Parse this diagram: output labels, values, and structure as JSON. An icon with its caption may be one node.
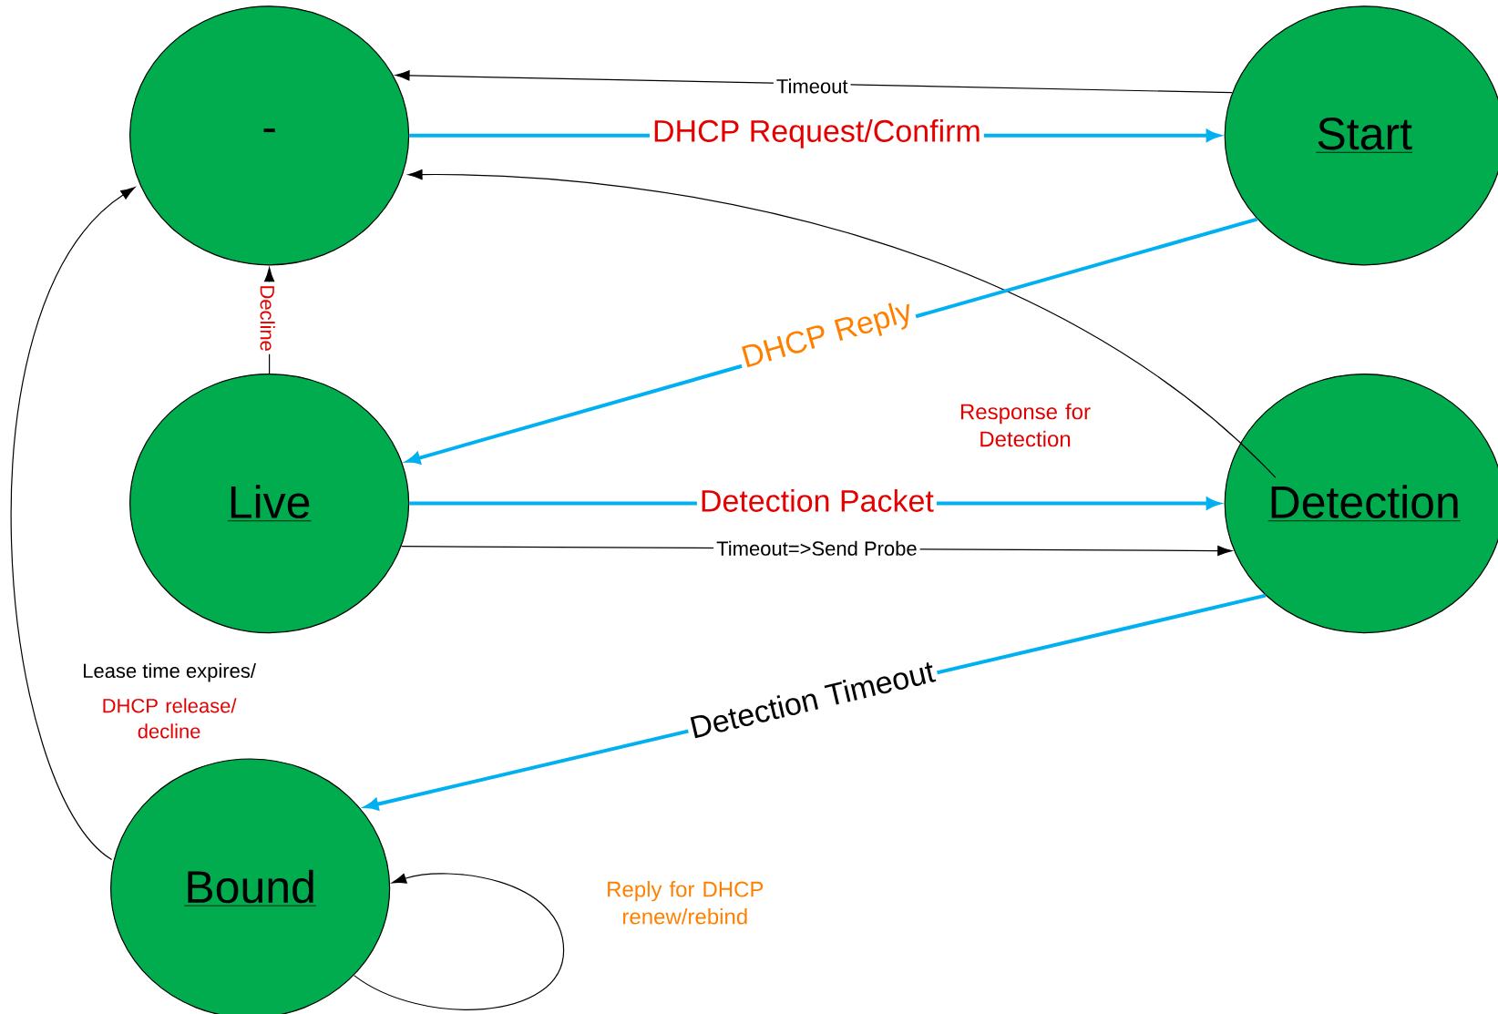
{
  "diagram": {
    "nodes": [
      {
        "text": [
          "-"
        ]
      },
      {
        "text": [
          "Start"
        ]
      },
      {
        "text": [
          "Live"
        ]
      },
      {
        "text": [
          "Detection"
        ]
      },
      {
        "text": [
          "Bound"
        ]
      }
    ],
    "edges": [
      {
        "from": 1,
        "to": 0,
        "arrow": "to",
        "label": "Timeout"
      },
      {
        "from": 0,
        "to": 1,
        "arrow": "to",
        "label": "DHCP Request/Confirm",
        "style": "thick",
        "color": "#00b0f0"
      },
      {
        "from": 3,
        "to": 0,
        "arrow": "to",
        "label": "Response for Detection"
      },
      {
        "from": 1,
        "to": 2,
        "arrow": "to",
        "label": "DHCP Reply",
        "style": "thick",
        "color": "#00b0f0"
      },
      {
        "from": 2,
        "to": 0,
        "arrow": "to",
        "label": "Decline"
      },
      {
        "from": 2,
        "to": 3,
        "arrow": "to",
        "label": "Detection Packet",
        "style": "thick",
        "color": "#00b0f0"
      },
      {
        "from": 2,
        "to": 3,
        "arrow": "to",
        "label": "Timeout=>Send Probe"
      },
      {
        "from": 3,
        "to": 4,
        "arrow": "to",
        "label": "Detection Timeout",
        "style": "thick",
        "color": "#00b0f0"
      },
      {
        "from": 4,
        "to": 0,
        "arrow": "to",
        "label": "Lease time expires/"
      },
      {
        "from": 4,
        "to": 4,
        "arrow": "to",
        "label": "Reply for DHCP renew/rebind"
      }
    ],
    "labels": [
      "DHCP release/ decline"
    ]
  }
}
